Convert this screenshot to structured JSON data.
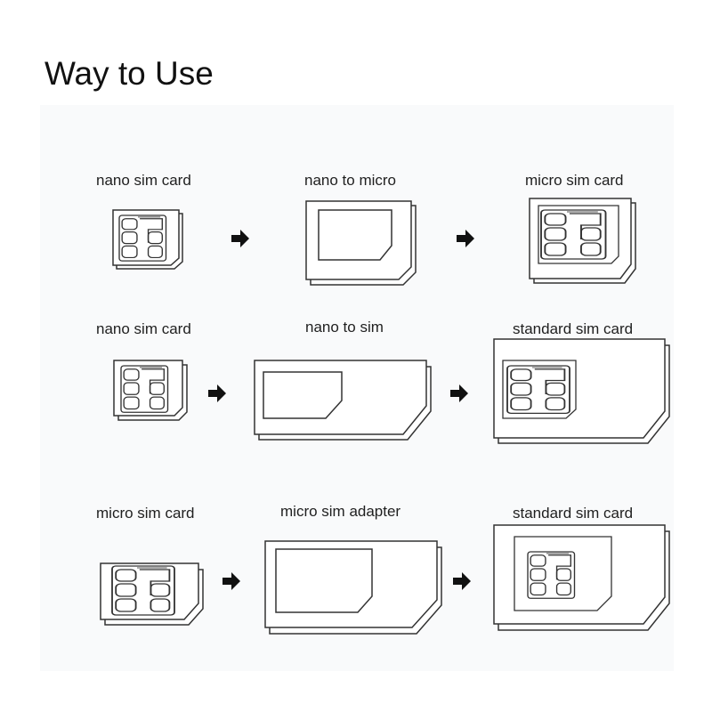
{
  "title": "Way to Use",
  "rows": [
    {
      "items": [
        {
          "label": "nano sim card"
        },
        {
          "label": "nano to micro"
        },
        {
          "label": "micro sim card"
        }
      ]
    },
    {
      "items": [
        {
          "label": "nano sim card"
        },
        {
          "label": "nano to sim"
        },
        {
          "label": "standard sim card"
        }
      ]
    },
    {
      "items": [
        {
          "label": "micro sim card"
        },
        {
          "label": "micro sim adapter"
        },
        {
          "label": "standard sim card"
        }
      ]
    }
  ],
  "colors": {
    "stroke": "#333333",
    "arrow": "#111111",
    "panel": "#f9fafb"
  },
  "icons": [
    "sim-card-icon",
    "sim-adapter-icon",
    "arrow-right-icon",
    "sim-chip-icon"
  ]
}
